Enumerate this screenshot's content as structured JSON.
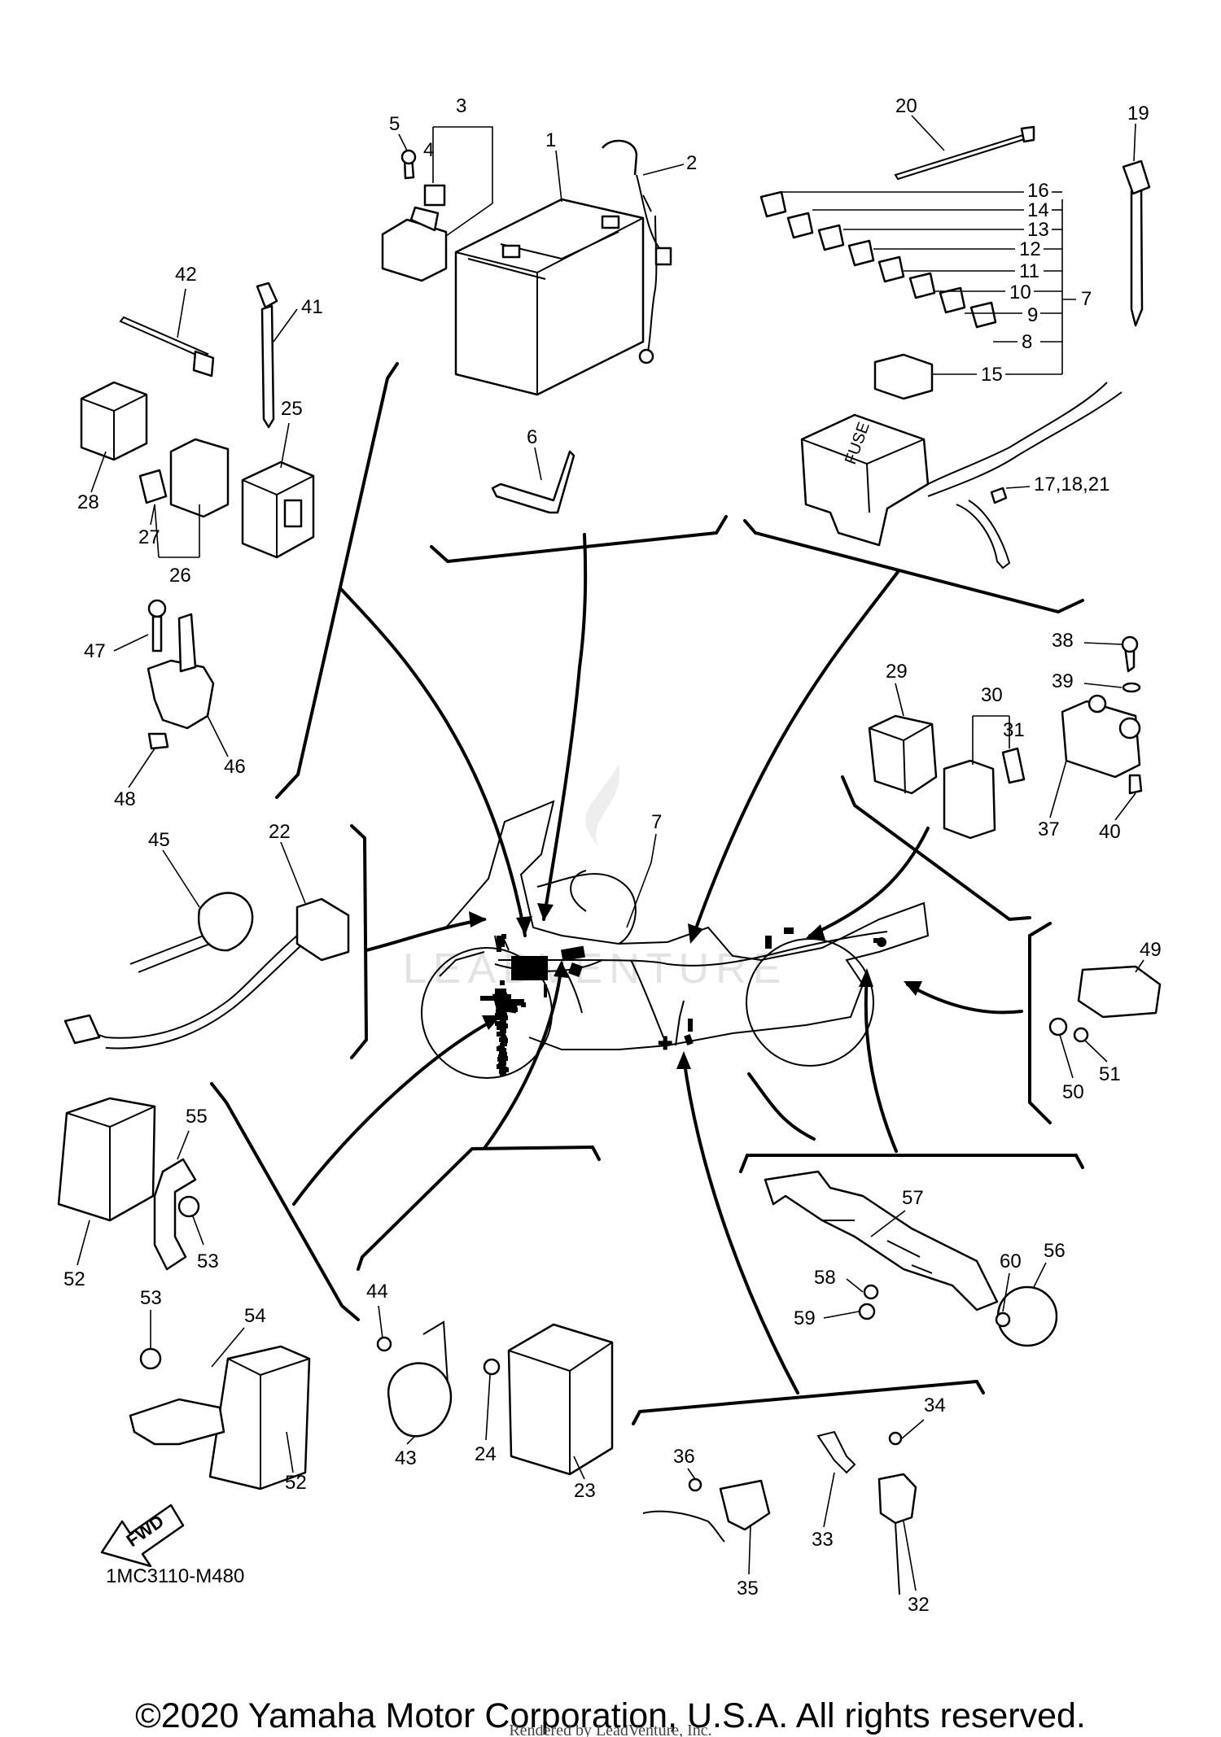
{
  "diagram": {
    "code": "1MC3110-M480",
    "fwd_label": "FWD",
    "fuse_label": "FUSE",
    "watermark": "LEADVENTURE",
    "part_numbers": [
      "1",
      "2",
      "3",
      "4",
      "5",
      "6",
      "7",
      "8",
      "9",
      "10",
      "11",
      "12",
      "13",
      "14",
      "15",
      "16",
      "17,18,21",
      "19",
      "20",
      "22",
      "23",
      "24",
      "25",
      "26",
      "27",
      "28",
      "29",
      "30",
      "31",
      "32",
      "33",
      "34",
      "35",
      "36",
      "37",
      "38",
      "39",
      "40",
      "41",
      "42",
      "43",
      "44",
      "45",
      "46",
      "47",
      "48",
      "49",
      "50",
      "51",
      "52",
      "53",
      "54",
      "55",
      "56",
      "57",
      "58",
      "59",
      "60"
    ]
  },
  "footer": {
    "copyright": "©2020 Yamaha Motor Corporation, U.S.A. All rights reserved.",
    "rendered_by": "Rendered by LeadVenture, Inc."
  }
}
